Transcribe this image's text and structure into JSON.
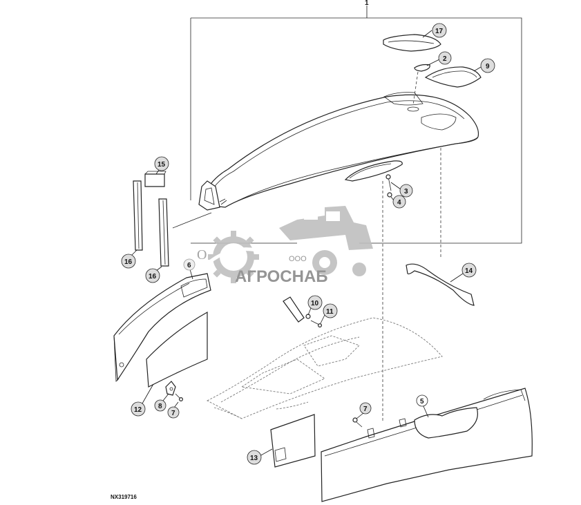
{
  "drawing_code": "NX319716",
  "watermark": {
    "company_prefix": "ООО",
    "brand": "АГРОСНАБ",
    "fragment_1": "О",
    "fragment_2": "r"
  },
  "callouts": [
    {
      "id": "c1",
      "label": "1"
    },
    {
      "id": "c17",
      "label": "17"
    },
    {
      "id": "c2",
      "label": "2"
    },
    {
      "id": "c9",
      "label": "9"
    },
    {
      "id": "c3",
      "label": "3"
    },
    {
      "id": "c4",
      "label": "4"
    },
    {
      "id": "c15",
      "label": "15"
    },
    {
      "id": "c16a",
      "label": "16"
    },
    {
      "id": "c16b",
      "label": "16"
    },
    {
      "id": "c6",
      "label": "6"
    },
    {
      "id": "c14",
      "label": "14"
    },
    {
      "id": "c10",
      "label": "10"
    },
    {
      "id": "c11",
      "label": "11"
    },
    {
      "id": "c12",
      "label": "12"
    },
    {
      "id": "c8",
      "label": "8"
    },
    {
      "id": "c7a",
      "label": "7"
    },
    {
      "id": "c7b",
      "label": "7"
    },
    {
      "id": "c5",
      "label": "5"
    },
    {
      "id": "c13",
      "label": "13"
    }
  ]
}
